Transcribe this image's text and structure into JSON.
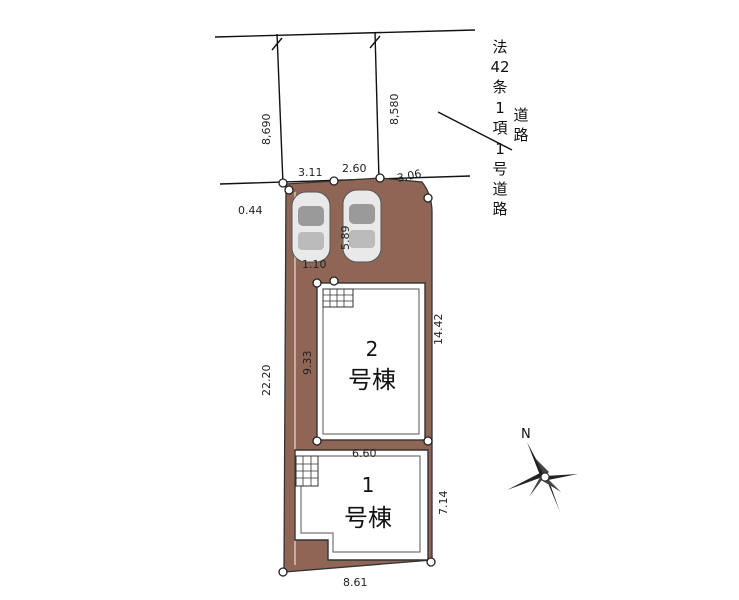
{
  "road": {
    "label_col1": [
      "法",
      "42",
      "条",
      "1",
      "項",
      "1",
      "号",
      "道",
      "路"
    ],
    "label_col2": [
      "道",
      "路"
    ]
  },
  "dimensions": {
    "north_offset_left": "8,690",
    "north_offset_right": "8,580",
    "frontage_left": "3.11",
    "frontage_mid": "2.60",
    "frontage_right": "3.06",
    "corner_offset": "0.44",
    "parking_depth": "5.89",
    "path_width": "1.10",
    "west_length": "22.20",
    "east_length": "14.42",
    "inner_length": "9.33",
    "lot1_width": "6.60",
    "lot1_depth": "7.14",
    "south_width": "8.61"
  },
  "buildings": {
    "b2_number": "2",
    "b2_suffix": "号棟",
    "b1_number": "1",
    "b1_suffix": "号棟"
  },
  "compass": {
    "north": "N"
  },
  "colors": {
    "site_fill": "#8f6655",
    "building_fill": "#ffffff",
    "line": "#111111"
  }
}
